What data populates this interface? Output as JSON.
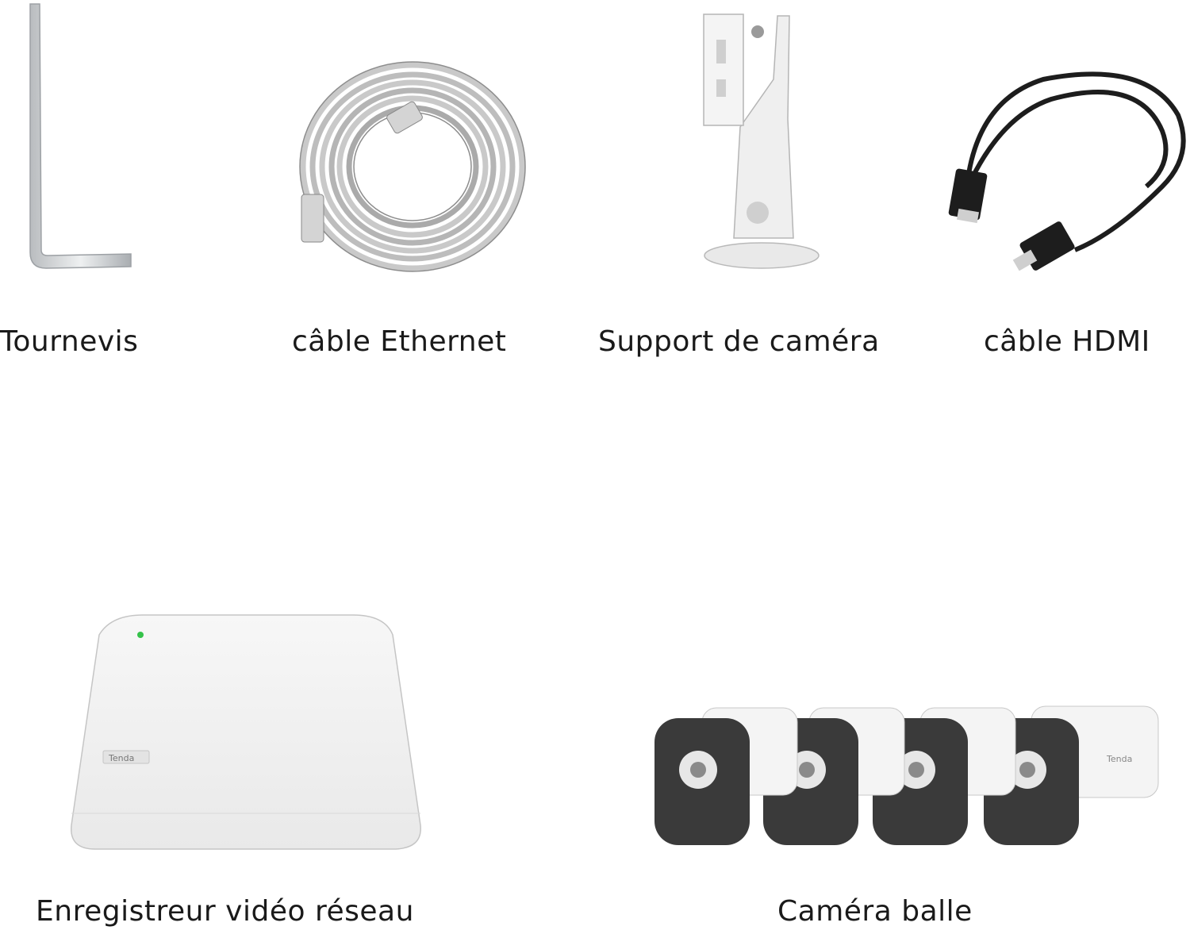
{
  "items": [
    {
      "id": "tournevis",
      "label": "Tournevis",
      "icon": "allen-key"
    },
    {
      "id": "ethernet",
      "label": "câble Ethernet",
      "icon": "coiled-ethernet-cable"
    },
    {
      "id": "support",
      "label": "Support de caméra",
      "icon": "camera-mount-bracket"
    },
    {
      "id": "hdmi",
      "label": "câble HDMI",
      "icon": "hdmi-cable"
    },
    {
      "id": "nvr",
      "label": "Enregistreur vidéo réseau",
      "icon": "network-video-recorder"
    },
    {
      "id": "cameras",
      "label": "Caméra balle",
      "icon": "bullet-cameras"
    }
  ],
  "brand": "Tenda",
  "colors": {
    "background": "#ffffff",
    "text": "#1a1a1a",
    "device_white": "#f2f2f2",
    "camera_face": "#3a3a3a",
    "led_green": "#35c24a"
  }
}
